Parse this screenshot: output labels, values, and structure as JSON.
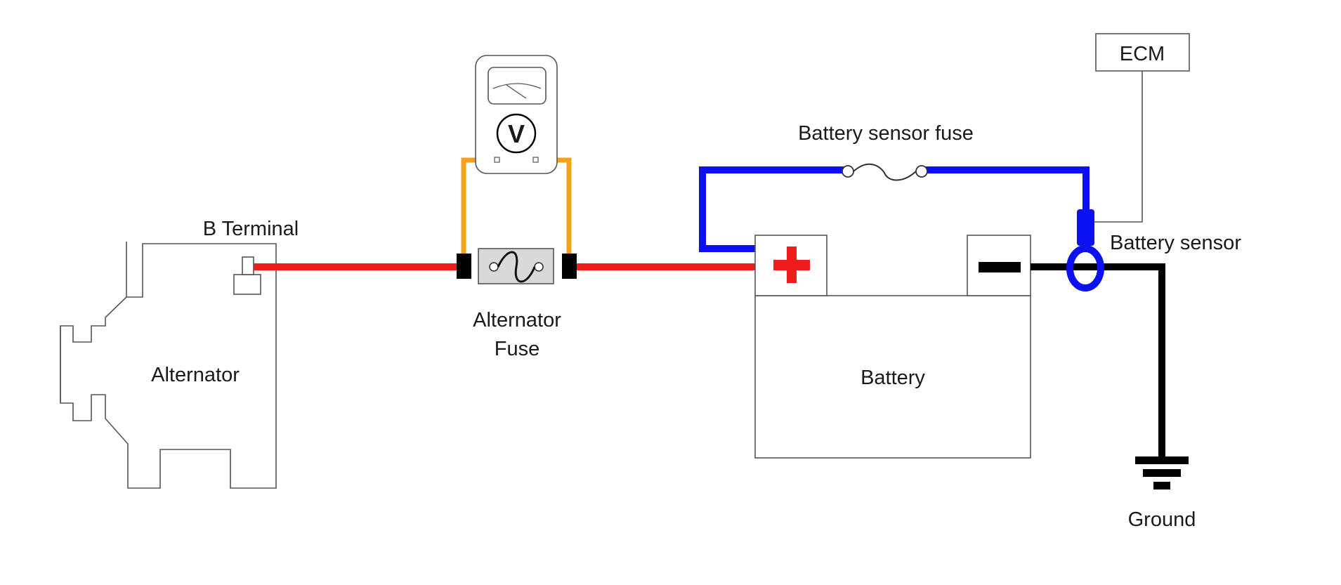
{
  "labels": {
    "b_terminal": "B Terminal",
    "alternator": "Alternator",
    "alternator_fuse_line1": "Alternator",
    "alternator_fuse_line2": "Fuse",
    "battery_sensor_fuse": "Battery sensor fuse",
    "battery_sensor": "Battery sensor",
    "battery": "Battery",
    "ecm": "ECM",
    "ground": "Ground",
    "voltmeter_symbol": "V"
  },
  "wire_colors": {
    "positive": "#ef1c1c",
    "sensor": "#0a10f0",
    "meter_leads": "#f5a21b",
    "ground": "#000000",
    "outline": "#555555"
  },
  "icons": {
    "voltmeter": "voltmeter-icon",
    "fuse": "fuse-icon",
    "ground": "ground-symbol-icon",
    "plus": "plus-sign-icon",
    "minus": "minus-sign-icon"
  }
}
